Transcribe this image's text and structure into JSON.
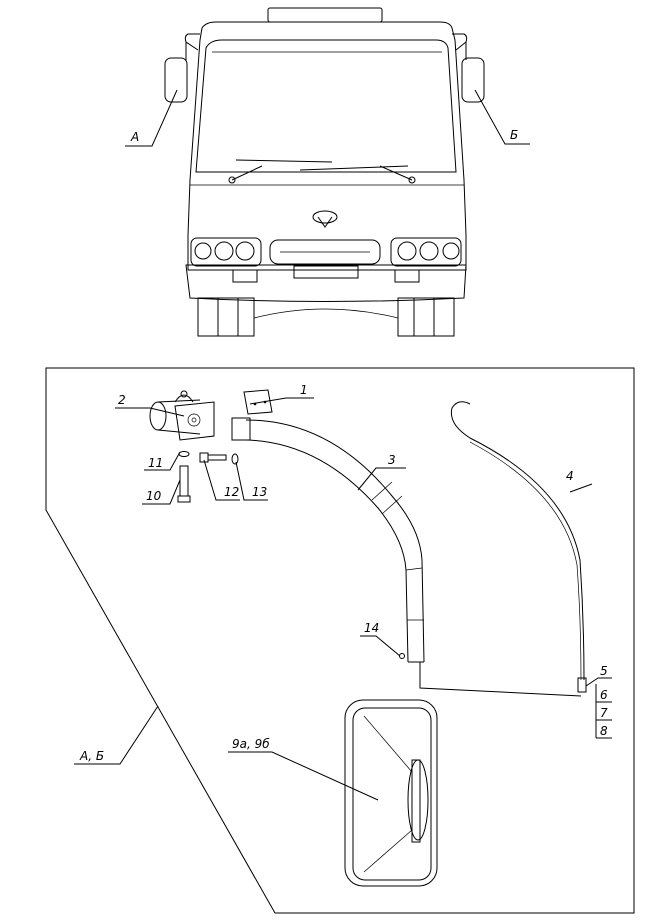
{
  "callouts": {
    "A": "А",
    "B": "Б",
    "AB": "А, Б",
    "p1": "1",
    "p2": "2",
    "p3": "3",
    "p4": "4",
    "p5": "5",
    "p6": "6",
    "p7": "7",
    "p8": "8",
    "p9": "9а, 9б",
    "p10": "10",
    "p11": "11",
    "p12": "12",
    "p13": "13",
    "p14": "14"
  }
}
